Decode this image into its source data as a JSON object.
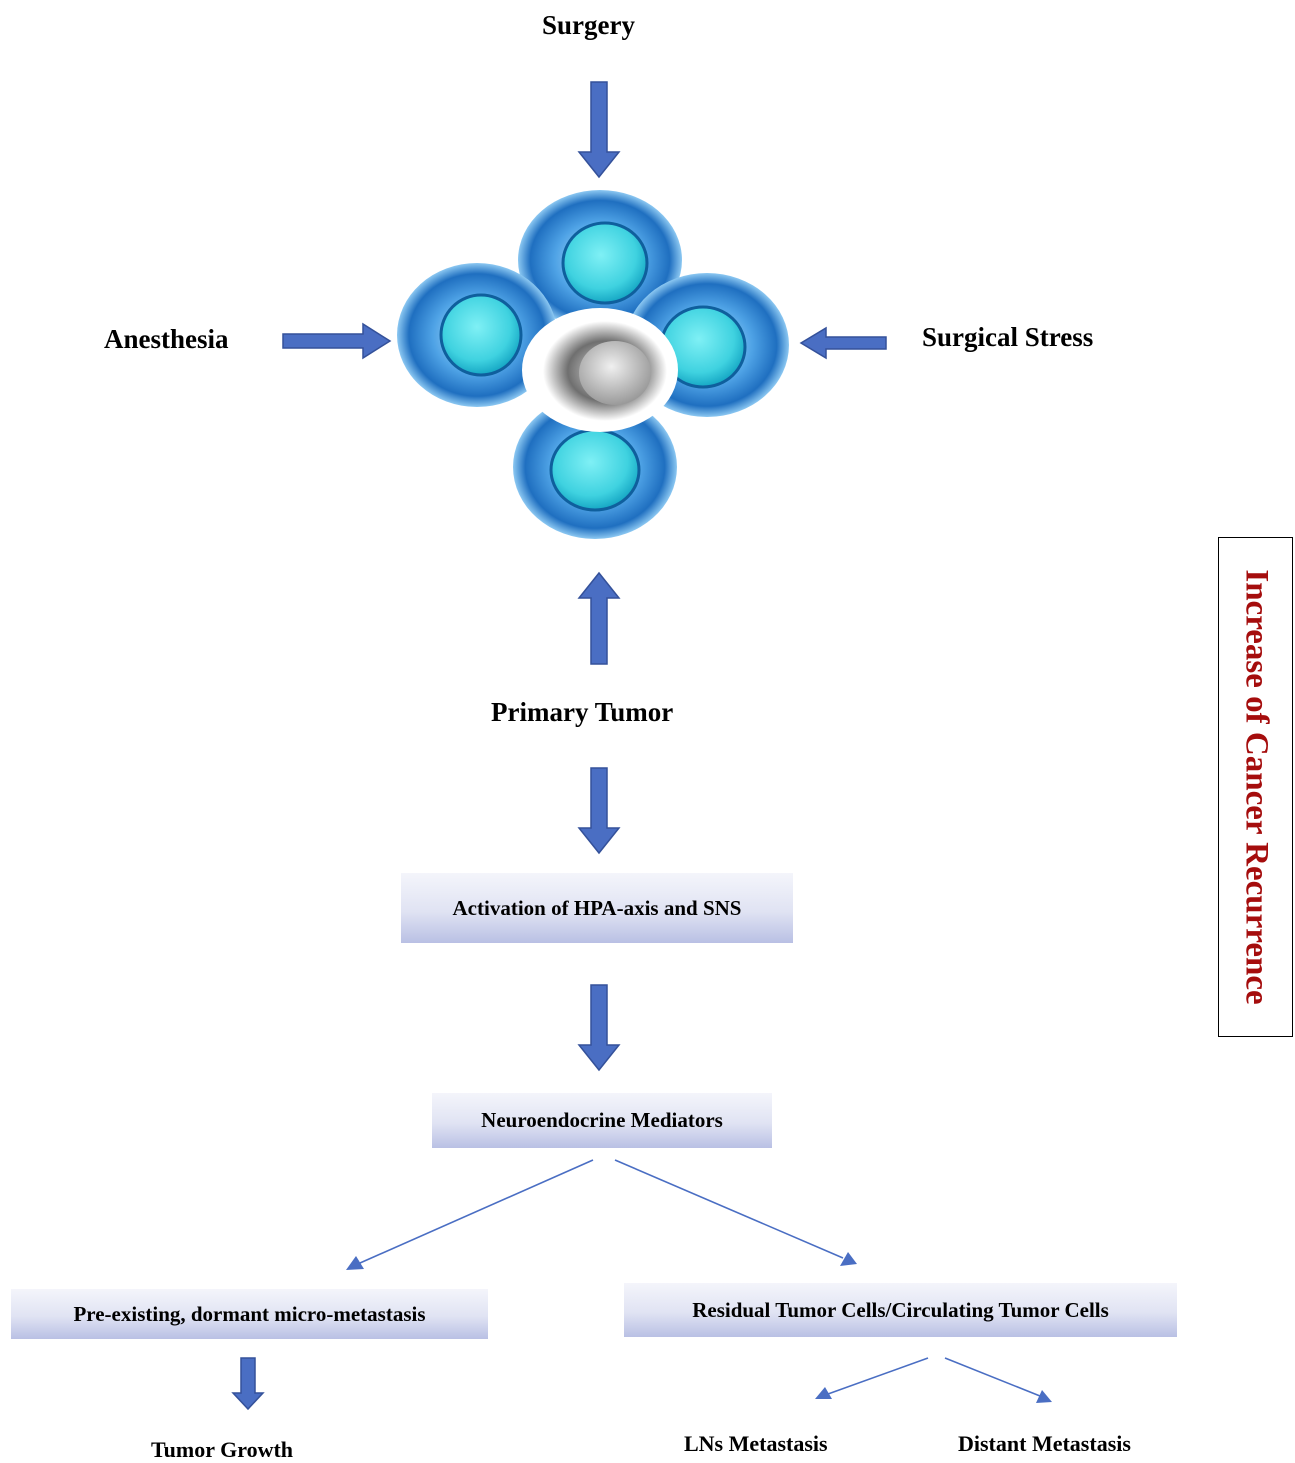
{
  "inputs": {
    "top": "Surgery",
    "left": "Anesthesia",
    "right": "Surgical Stress"
  },
  "primary": "Primary Tumor",
  "steps": {
    "activation": "Activation of HPA-axis and SNS",
    "mediators": "Neuroendocrine Mediators"
  },
  "branches": {
    "left_box": "Pre-existing, dormant micro-metastasis",
    "right_box": "Residual Tumor Cells/Circulating Tumor Cells"
  },
  "outcomes": {
    "growth": "Tumor Growth",
    "lns": "LNs Metastasis",
    "distant": "Distant Metastasis"
  },
  "side_label": "Increase of Cancer Recurrence",
  "colors": {
    "arrow_fill": "#4a6ec3",
    "arrow_stroke": "#34519a",
    "side_text": "#a50d0d"
  }
}
